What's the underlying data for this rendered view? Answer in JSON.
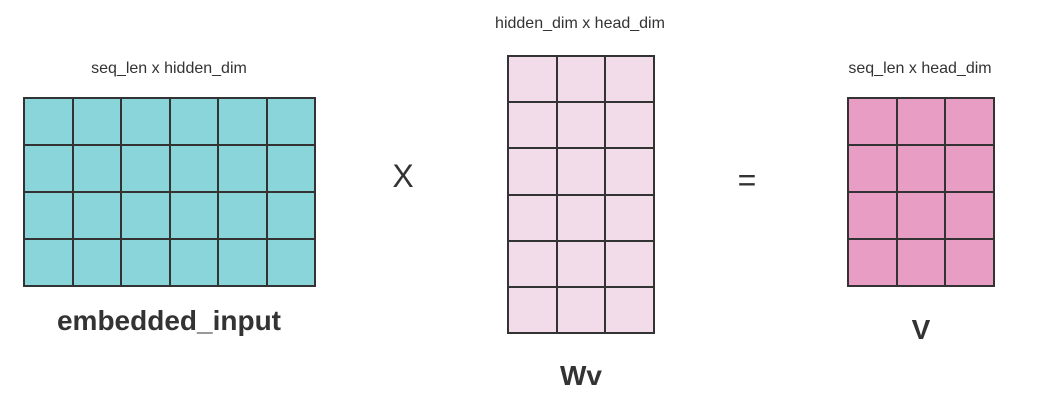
{
  "matrices": {
    "input": {
      "dims": "seq_len x hidden_dim",
      "name": "embedded_input",
      "rows": 4,
      "cols": 6,
      "color": "#8ad5d9"
    },
    "weight": {
      "dims": "hidden_dim x head_dim",
      "name": "Wv",
      "rows": 6,
      "cols": 3,
      "color": "#f2dcea"
    },
    "output": {
      "dims": "seq_len x head_dim",
      "name": "V",
      "rows": 4,
      "cols": 3,
      "color": "#e89dc5"
    }
  },
  "operators": {
    "multiply": "X",
    "equals": "="
  }
}
